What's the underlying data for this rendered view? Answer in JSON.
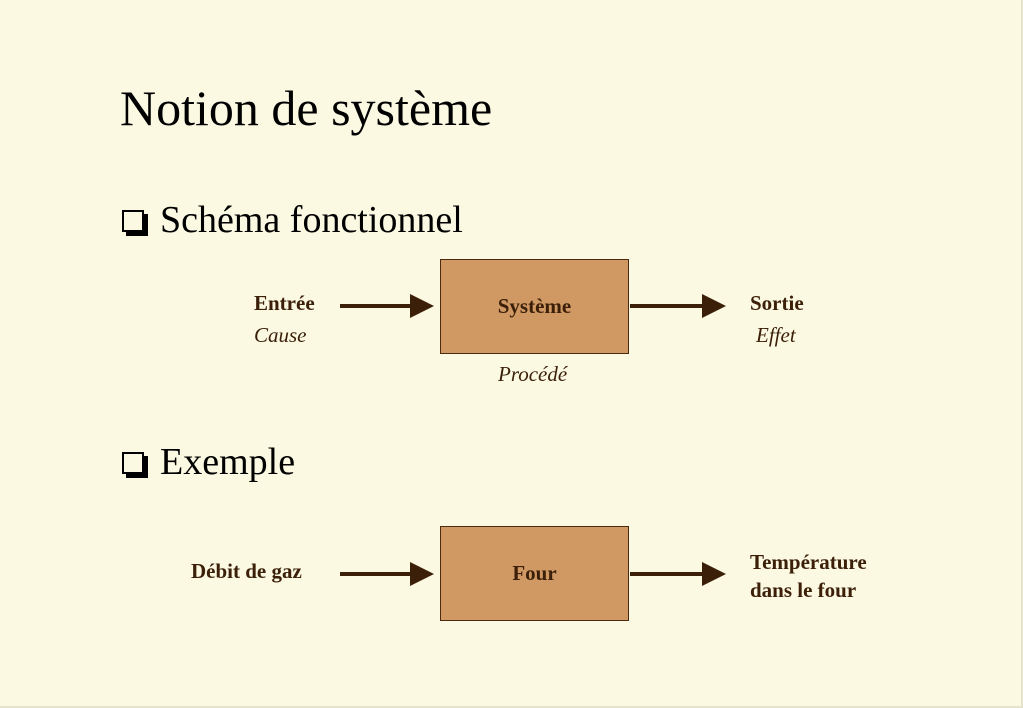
{
  "slide": {
    "title": "Notion de système",
    "bullet1": "Schéma fonctionnel",
    "bullet2": "Exemple"
  },
  "diagram1": {
    "input": "Entrée",
    "input_sub": "Cause",
    "process": "Système",
    "process_sub": "Procédé",
    "output": "Sortie",
    "output_sub": "Effet"
  },
  "diagram2": {
    "input": "Débit de gaz",
    "process": "Four",
    "output_line1": "Température",
    "output_line2": "dans le four"
  },
  "colors": {
    "background": "#fbf9e2",
    "box_fill": "#d09964",
    "arrow": "#3b1f08",
    "label_text": "#3b1f08"
  }
}
